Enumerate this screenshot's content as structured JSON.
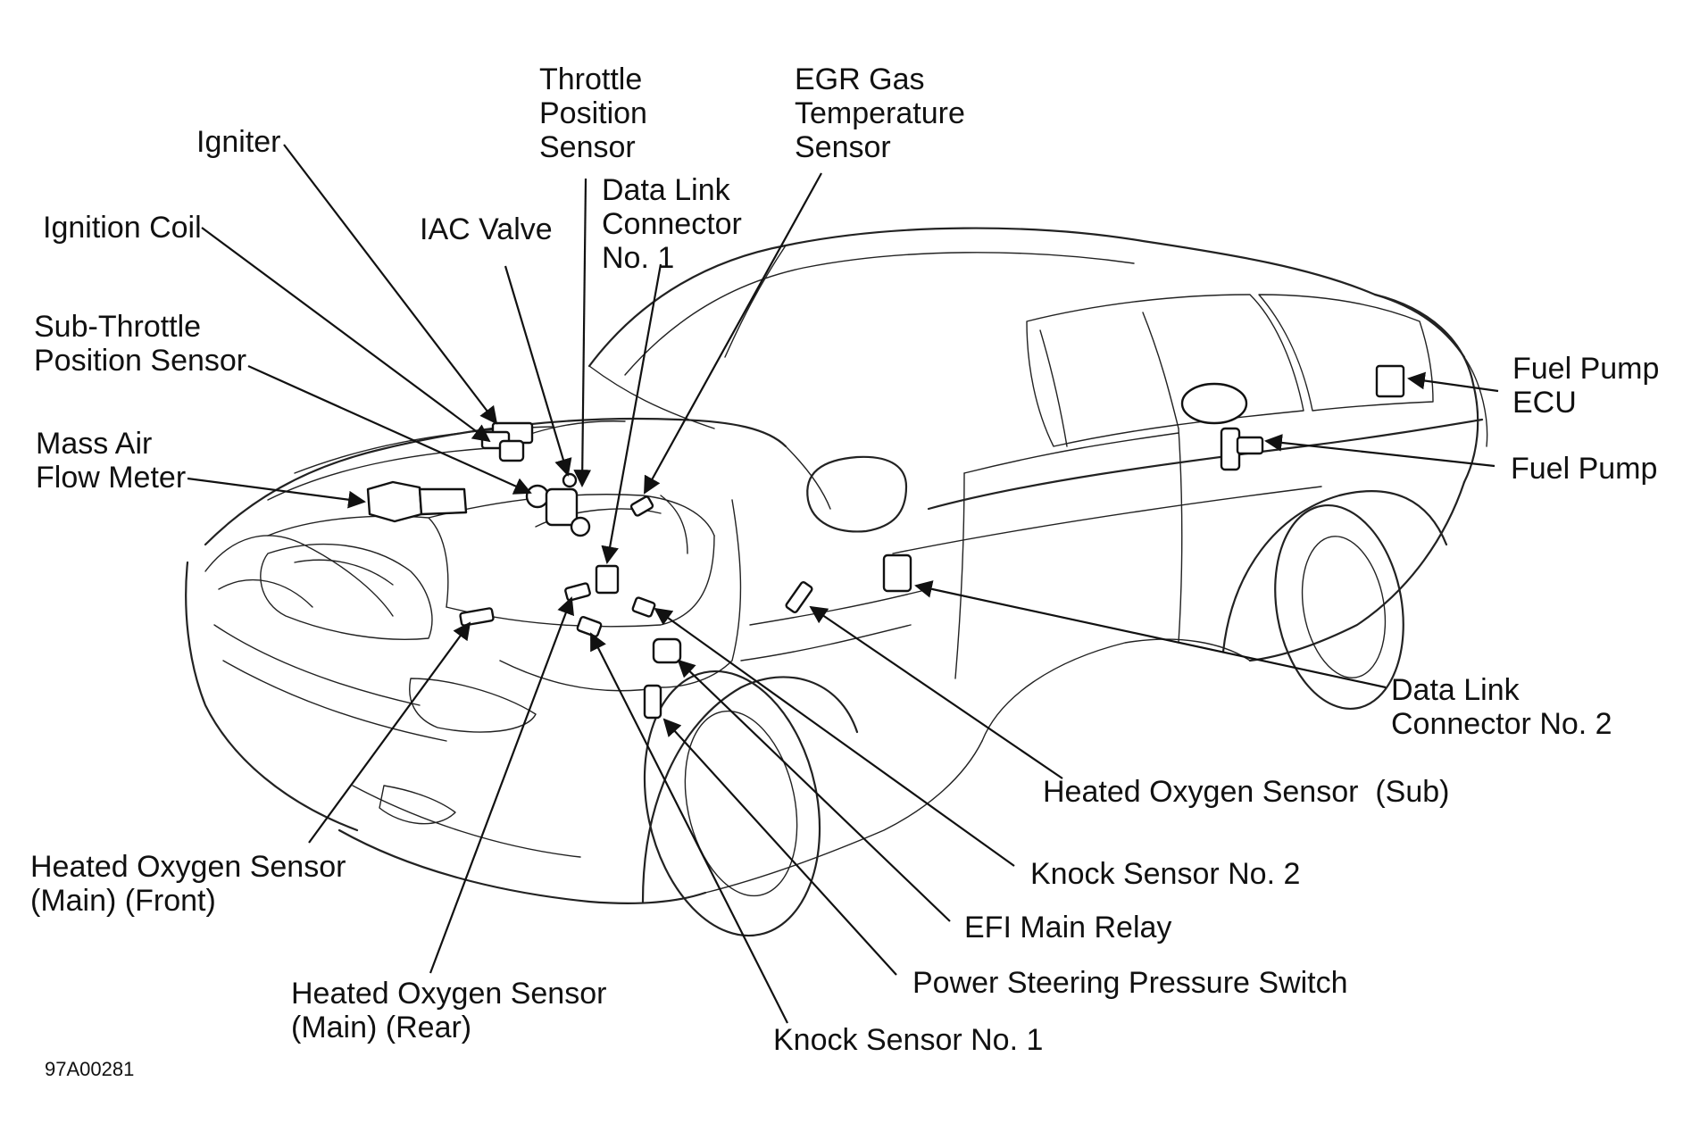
{
  "figure_code": "97A00281",
  "labels": {
    "igniter": [
      "Igniter"
    ],
    "ignition_coil": [
      "Ignition Coil"
    ],
    "sub_throttle": [
      "Sub-Throttle",
      "Position Sensor"
    ],
    "maf": [
      "Mass Air",
      "Flow Meter"
    ],
    "iac": [
      "IAC Valve"
    ],
    "tps": [
      "Throttle",
      "Position",
      "Sensor"
    ],
    "dlc1": [
      "Data Link",
      "Connector",
      "No. 1"
    ],
    "egr": [
      "EGR Gas",
      "Temperature",
      "Sensor"
    ],
    "fuel_pump_ecu": [
      "Fuel Pump",
      "ECU"
    ],
    "fuel_pump": [
      "Fuel Pump"
    ],
    "dlc2": [
      "Data Link",
      "Connector No. 2"
    ],
    "ho2s_sub": [
      "Heated Oxygen Sensor  (Sub)"
    ],
    "knock2": [
      "Knock Sensor No. 2"
    ],
    "efi_relay": [
      "EFI Main Relay"
    ],
    "ps_switch": [
      "Power Steering Pressure Switch"
    ],
    "knock1": [
      "Knock Sensor No. 1"
    ],
    "ho2s_front": [
      "Heated Oxygen Sensor",
      "(Main) (Front)"
    ],
    "ho2s_rear": [
      "Heated Oxygen Sensor",
      "(Main) (Rear)"
    ]
  }
}
